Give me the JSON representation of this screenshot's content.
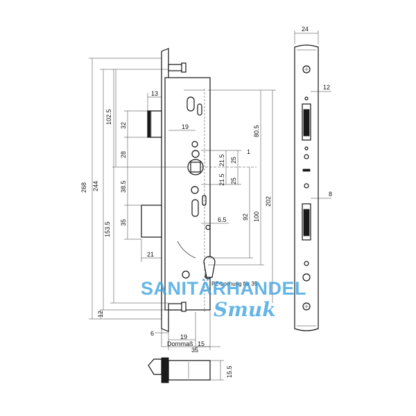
{
  "watermark": {
    "line1": "SANITÄRHANDEL",
    "line2": "Smuk",
    "color": "#3aa0e0"
  },
  "labels": {
    "backset": "Dornmaß",
    "backset_size": "35",
    "cylinder_note": "PZ-Lochung für 35"
  },
  "dimensions": {
    "width_top": "24",
    "faceplate_12": "12",
    "faceplate_8": "8",
    "overall_268": "268",
    "overall_244": "244",
    "d_153_5": "153.5",
    "d_102_5": "102.5",
    "d_38_5": "38.5",
    "d_35": "35",
    "d_32": "32",
    "d_28": "28",
    "d_13": "13",
    "d_12_bottom": "12",
    "d_19_upper": "19",
    "d_21_5_a": "21.5",
    "d_21_5_b": "21.5",
    "d_25_a": "25",
    "d_25_b": "25",
    "d_80_5": "80.5",
    "d_202": "202",
    "d_100": "100",
    "d_92": "92",
    "d_6_5": "6.5",
    "d_21": "21",
    "d_6": "6",
    "d_19_lower": "19",
    "d_15": "15",
    "d_15_5": "15.5",
    "d_1": "1"
  }
}
